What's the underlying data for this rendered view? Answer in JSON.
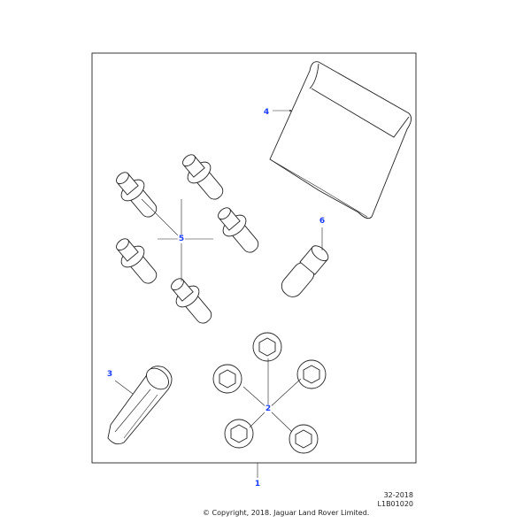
{
  "callouts": {
    "c1": "1",
    "c2": "2",
    "c3": "3",
    "c4": "4",
    "c5": "5",
    "c6": "6"
  },
  "footer": {
    "date_code": "32-2018",
    "illustration_id": "L1B01020",
    "copyright": "© Copyright, 2018. Jaguar Land Rover Limited."
  },
  "parts": [
    "kit",
    "wheel-nuts",
    "key",
    "pouch",
    "locking-bolts",
    "adapter"
  ]
}
